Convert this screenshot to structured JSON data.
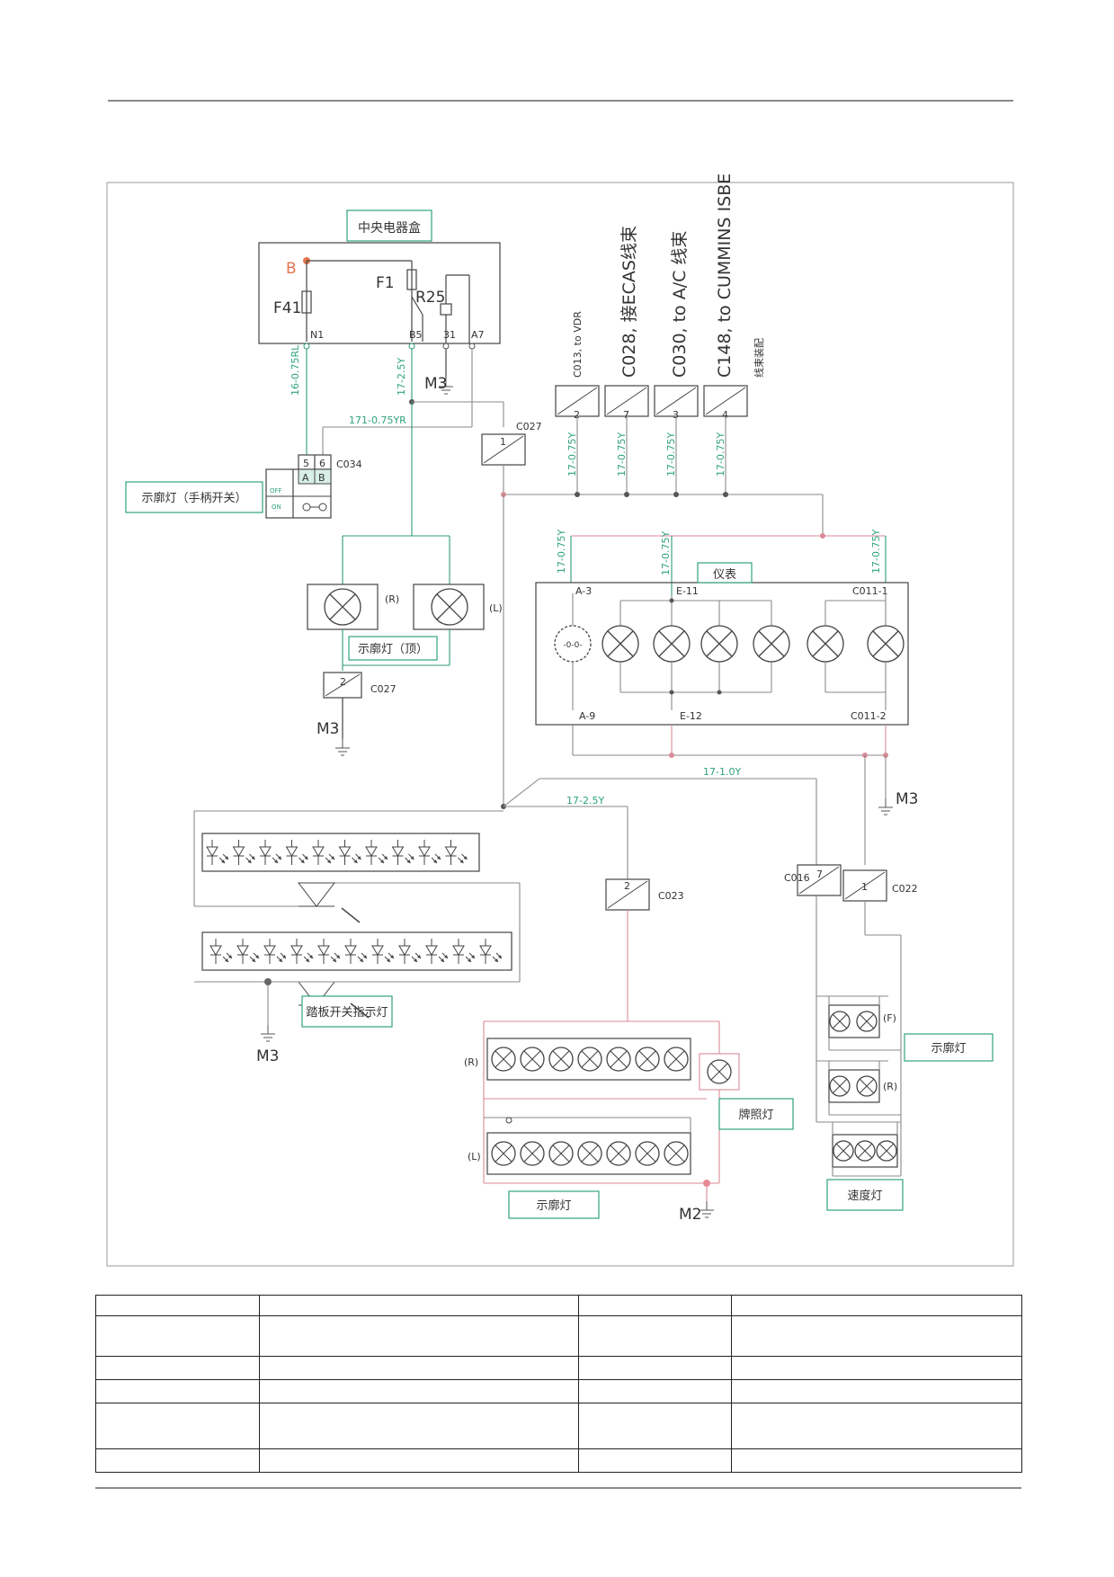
{
  "labels": {
    "central_box": "中央电器盒",
    "marker_switch": "示廓灯（手柄开关）",
    "marker_top": "示廓灯（顶）",
    "instrument": "仪表",
    "step_switch_light": "踏板开关指示灯",
    "plate_light": "牌照灯",
    "marker_rear": "示廓灯",
    "marker_right": "示廓灯",
    "speed_light": "速度灯"
  },
  "components": {
    "terminal_b": "B",
    "fuse_f41": "F41",
    "fuse_f1": "F1",
    "relay_r25": "R25",
    "ground_m3": "M3",
    "ground_m2": "M2",
    "pin_n1": "N1",
    "pin_b5": "B5",
    "pin_31": "31",
    "pin_a7": "A7",
    "pin_5": "5",
    "pin_6": "6",
    "pin_a": "A",
    "pin_b": "B",
    "sw_off": "OFF",
    "sw_on": "ON",
    "c034": "C034",
    "c027": "C027",
    "c023": "C023",
    "c016": "C016",
    "c022": "C022",
    "pin_1": "1",
    "pin_2": "2",
    "pin_3": "3",
    "pin_4": "4",
    "pin_7": "7",
    "lamp_r": "(R)",
    "lamp_l": "(L)",
    "lamp_f": "(F)",
    "inst_a3": "A-3",
    "inst_e11": "E-11",
    "inst_c011_1": "C011-1",
    "inst_a9": "A-9",
    "inst_e12": "E-12",
    "inst_c011_2": "C011-2"
  },
  "connectors": {
    "c013": "C013, to VDR",
    "c028": "C028, 接ECAS线束",
    "c030": "C030, to A/C 线束",
    "c148": "C148, to CUMMINS ISBE",
    "c148_sub": "线束装配"
  },
  "wires": {
    "w16": "16-0.75RL",
    "w17_25_top": "17-2.5Y",
    "w171": "171-0.75YR",
    "w17_075": "17-0.75Y",
    "w17_10": "17-1.0Y",
    "w17_25_mid": "17-2.5Y"
  },
  "colors": {
    "wire_green": "#2f9a79",
    "wire_red": "#d98a96",
    "accent_orange": "#e3764e",
    "line_dark": "#444444"
  },
  "table": {
    "rows": [
      [
        "",
        "",
        "",
        ""
      ],
      [
        "",
        "",
        "",
        ""
      ],
      [
        "",
        "",
        "",
        ""
      ],
      [
        "",
        "",
        "",
        ""
      ],
      [
        "",
        "",
        "",
        ""
      ],
      [
        "",
        "",
        "",
        ""
      ]
    ]
  }
}
